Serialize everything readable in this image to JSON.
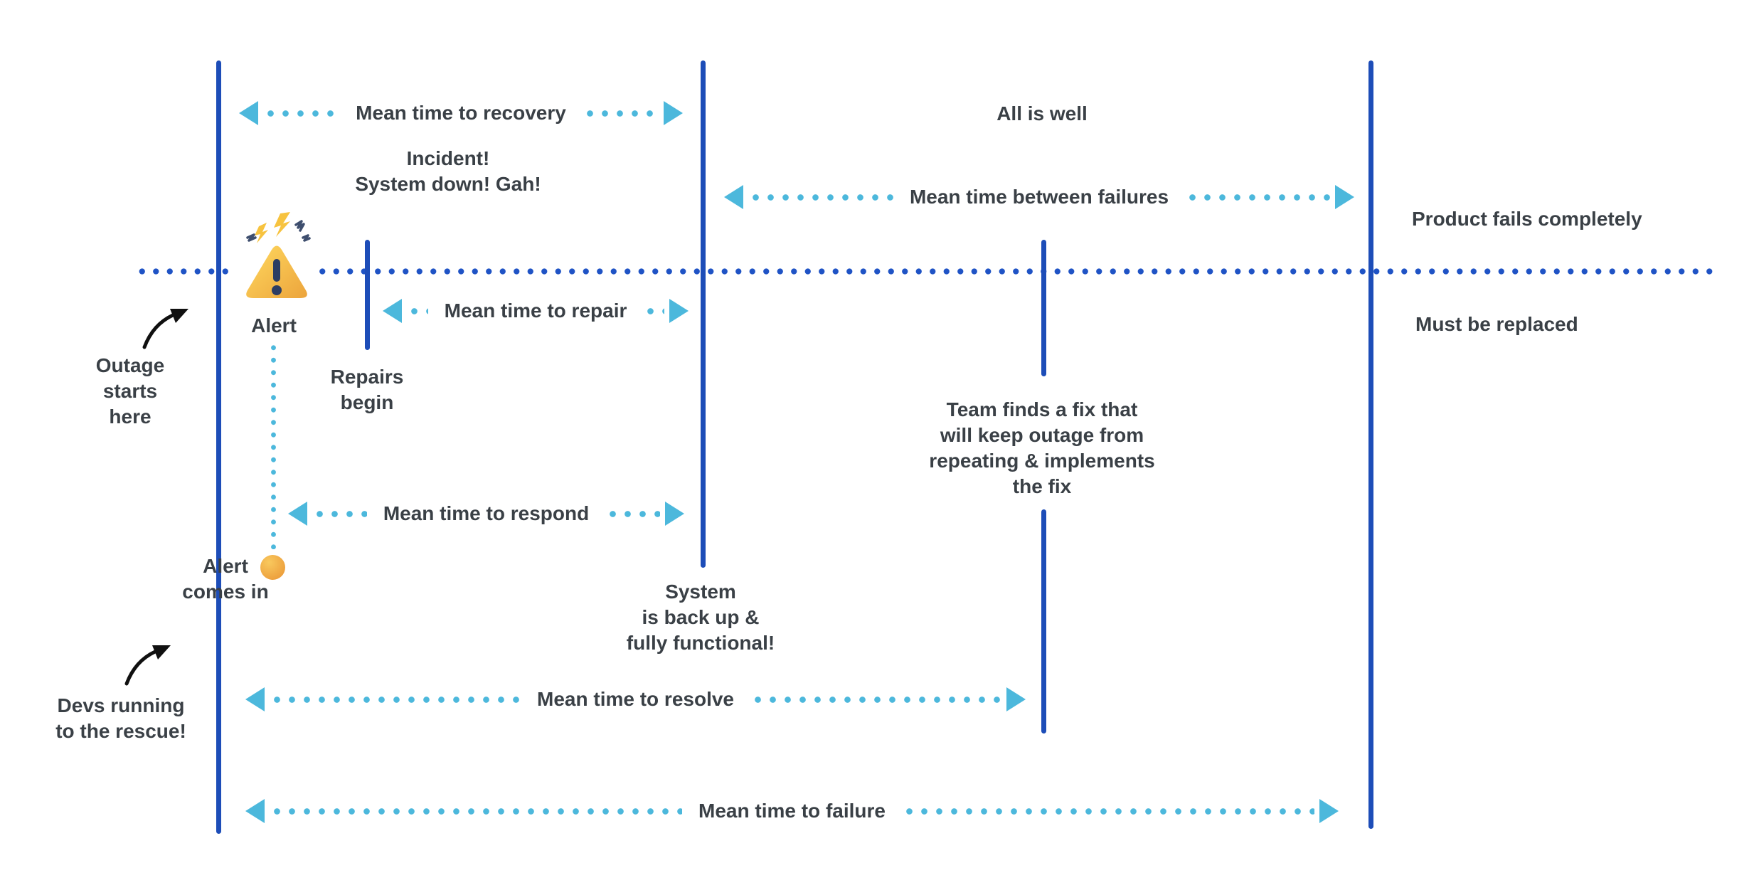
{
  "colors": {
    "event_line_blue": "#1d4db8",
    "timeline_dot_navy": "#1f53c5",
    "arrow_cyan": "#4cb8dc",
    "text_dark": "#3a4046",
    "alert_orange": "#eda03d",
    "warning_yellow": "#f7c33f"
  },
  "arrows": {
    "recovery": {
      "label": "Mean time to recovery"
    },
    "between_failures": {
      "label": "Mean time between failures"
    },
    "repair": {
      "label": "Mean time to repair"
    },
    "respond": {
      "label": "Mean time to respond"
    },
    "resolve": {
      "label": "Mean time to resolve"
    },
    "failure": {
      "label": "Mean time to failure"
    }
  },
  "labels": {
    "all_is_well": "All is well",
    "incident": [
      "Incident!",
      "System down! Gah!"
    ],
    "alert": "Alert",
    "repairs_begin": [
      "Repairs",
      "begin"
    ],
    "outage_starts": [
      "Outage",
      "starts",
      "here"
    ],
    "alert_comes_in": [
      "Alert",
      "comes in"
    ],
    "system_back_up": [
      "System",
      "is back up &",
      "fully functional!"
    ],
    "team_fix": [
      "Team finds a fix that",
      "will keep outage from",
      "repeating & implements",
      "the fix"
    ],
    "product_fails": "Product fails completely",
    "must_be_replaced": "Must be replaced",
    "devs_running": [
      "Devs running",
      "to the rescue!"
    ]
  },
  "icons": {
    "warning": "warning-triangle-icon",
    "alert_dot": "alert-dot-icon",
    "outage_arrow": "curved-arrow-icon",
    "devs_arrow": "curved-arrow-icon"
  }
}
